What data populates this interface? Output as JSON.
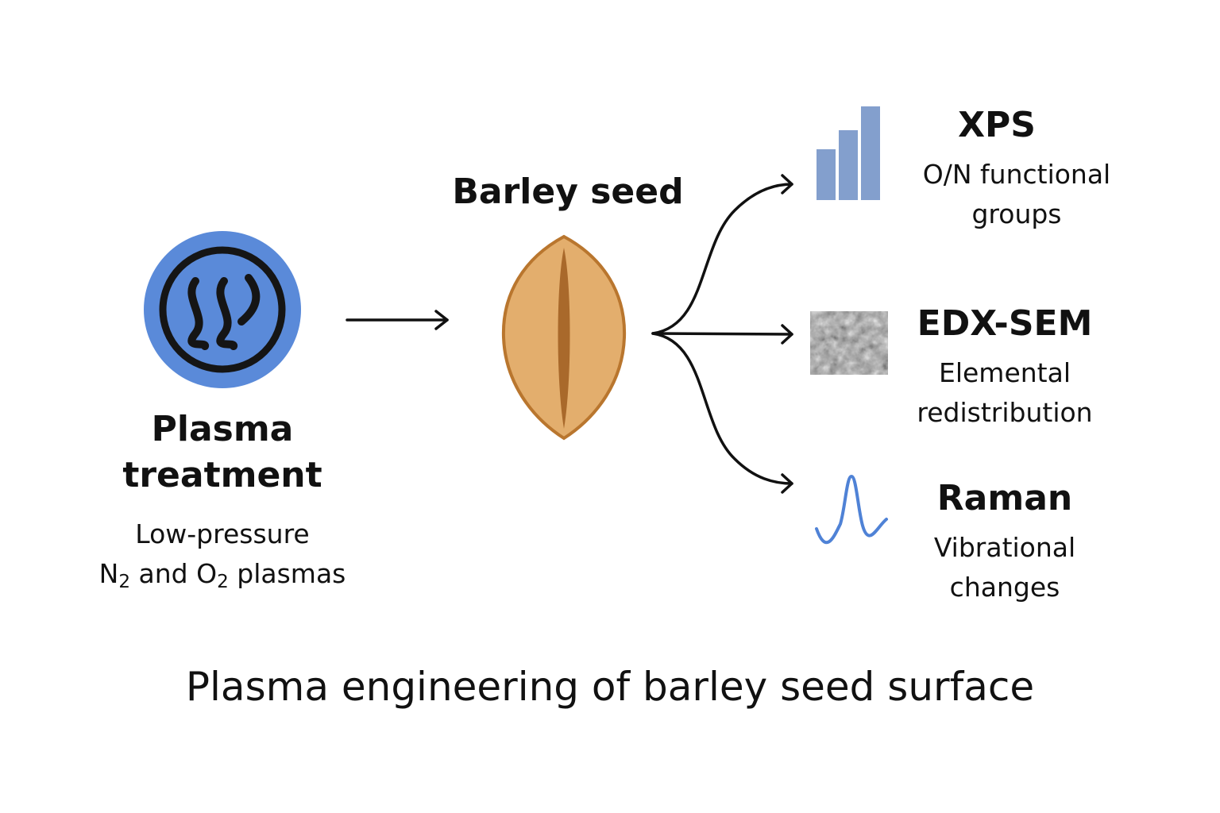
{
  "caption": "Plasma engineering of barley seed surface",
  "plasma": {
    "title_line1": "Plasma",
    "title_line2": "treatment",
    "subtitle_line1": "Low-pressure",
    "subtitle_line2": {
      "n": "N",
      "n_sub": "2",
      "and": "and O",
      "o_sub": "2",
      "rest": "plasmas"
    }
  },
  "seed": {
    "title": "Barley seed"
  },
  "methods": {
    "xps": {
      "title": "XPS",
      "desc_line1": "O/N functional",
      "desc_line2": "groups"
    },
    "edx": {
      "title": "EDX-SEM",
      "desc_line1": "Elemental",
      "desc_line2": "redistribution"
    },
    "raman": {
      "title": "Raman",
      "desc_line1": "Vibrational",
      "desc_line2": "changes"
    }
  },
  "colors": {
    "plasma_blue": "#5a8ad9",
    "seed_fill": "#e3ae6d",
    "seed_stroke": "#b9762e",
    "seed_groove": "#a9692b",
    "xps_bars": "#839fcd",
    "raman_curve": "#4f82d6",
    "sem_gray": "#9a9a9a"
  },
  "icons": {
    "plasma": "plasma-waves-icon",
    "seed": "barley-seed-icon",
    "xps": "bar-chart-icon",
    "edx": "sem-texture-icon",
    "raman": "spectrum-peak-icon"
  }
}
